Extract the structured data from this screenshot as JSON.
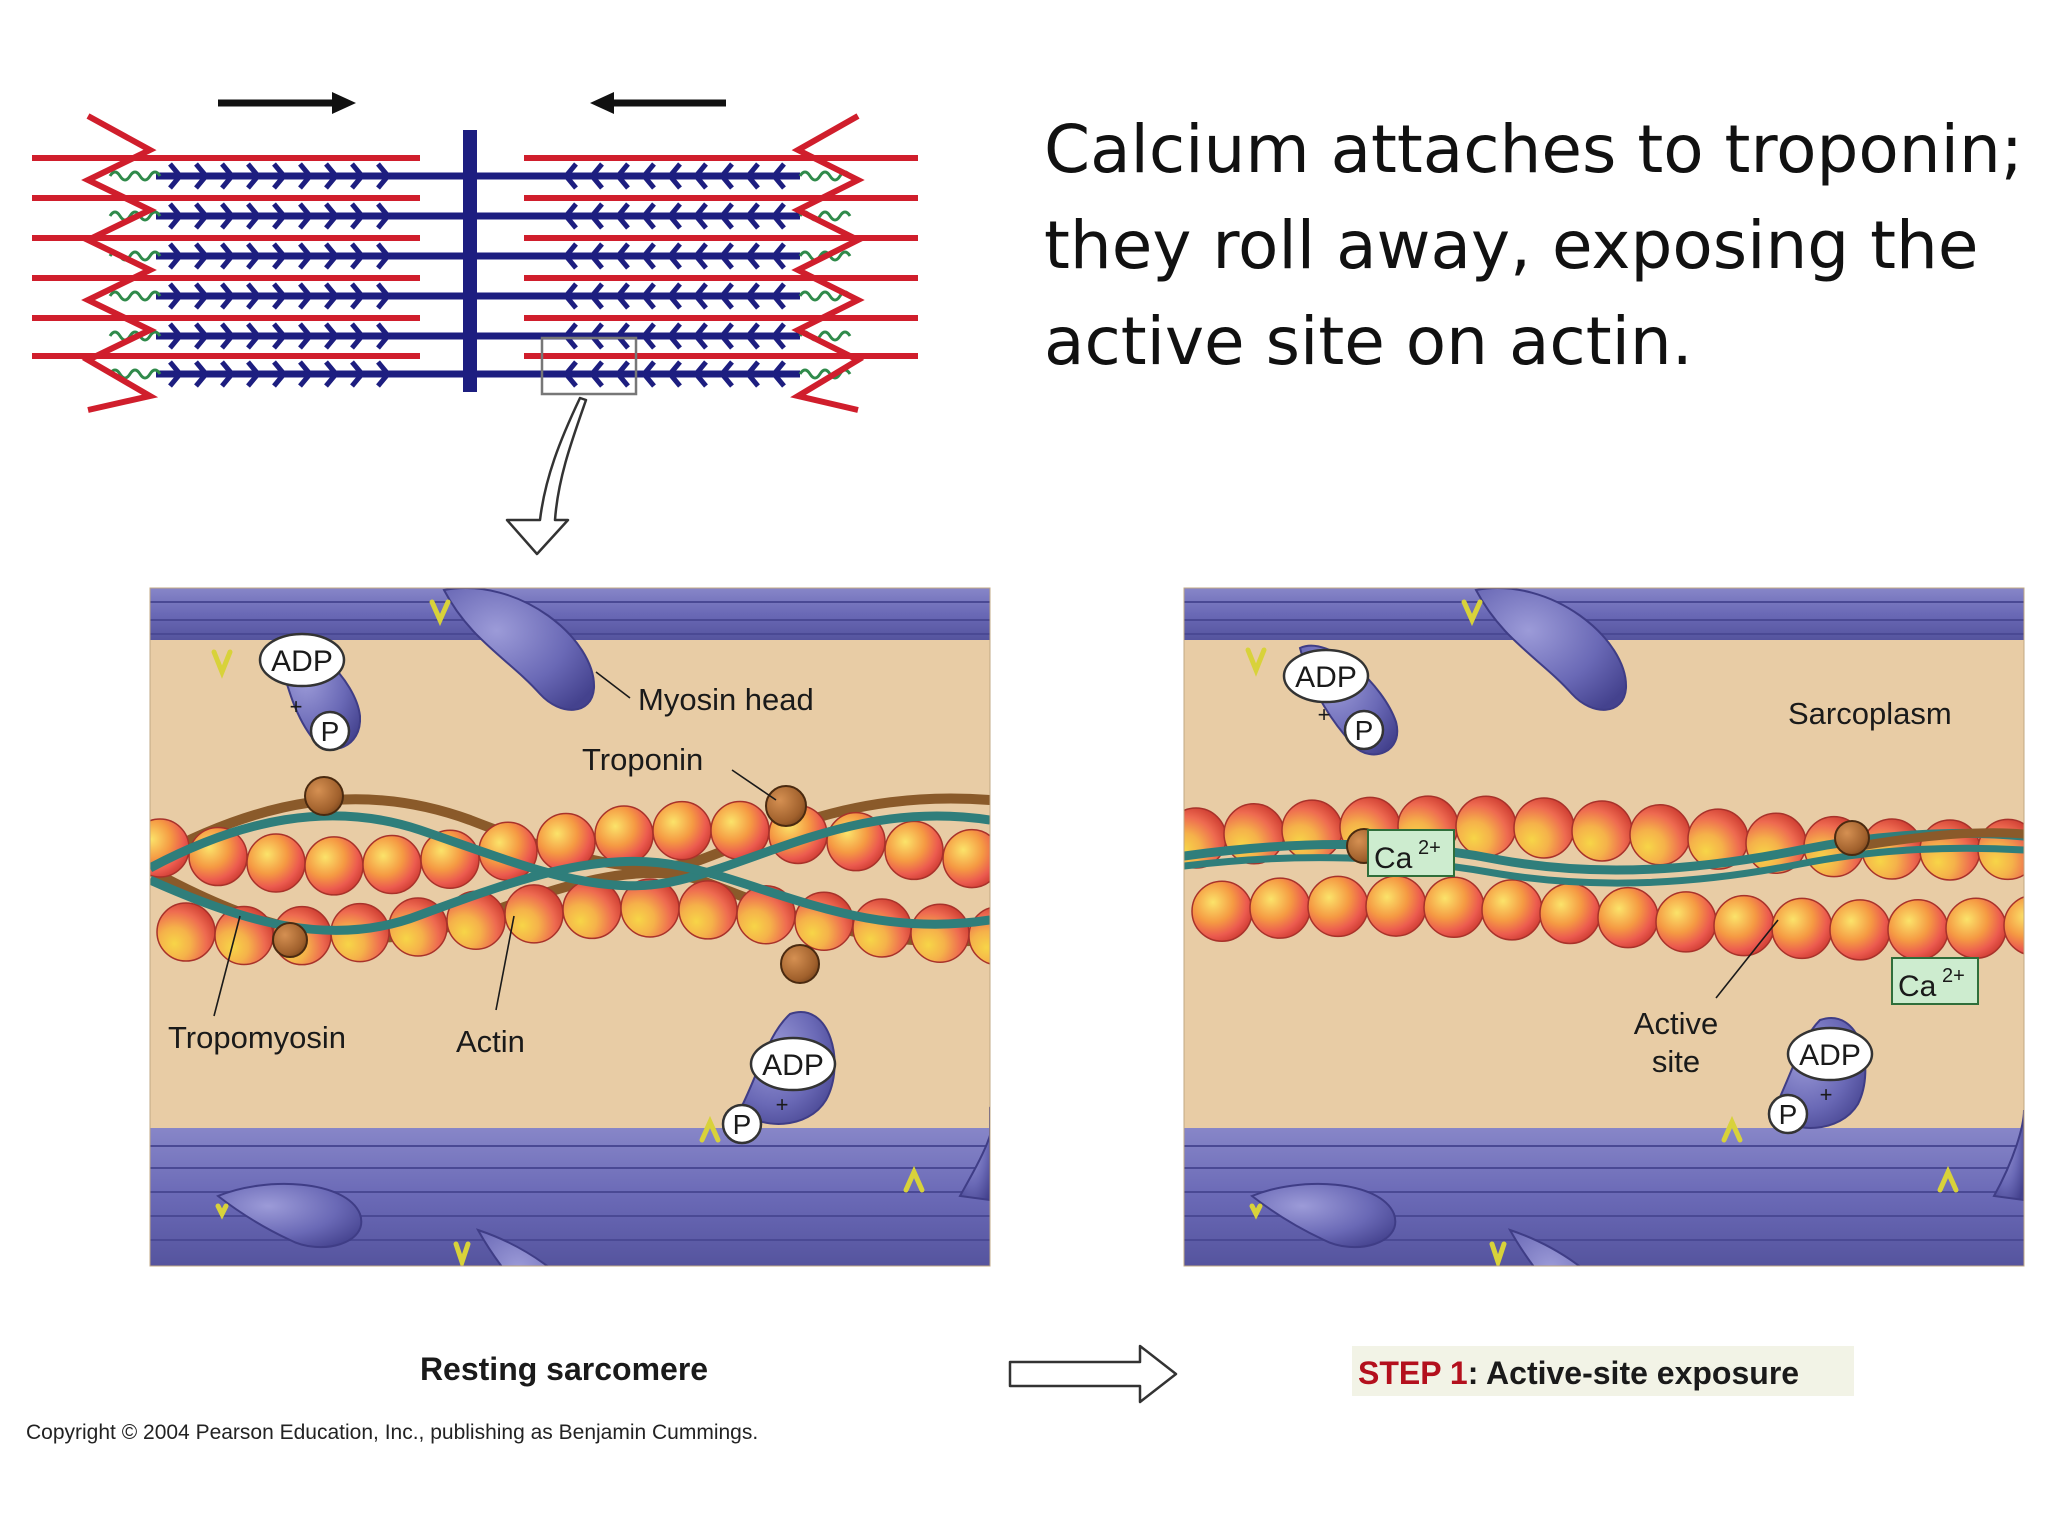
{
  "heading": {
    "line1": "Calcium attaches to troponin;",
    "line2": "they roll away, exposing the",
    "line3": "active site on actin."
  },
  "left_panel": {
    "labels": {
      "myosin_head": "Myosin head",
      "troponin": "Troponin",
      "tropomyosin": "Tropomyosin",
      "actin": "Actin"
    },
    "caption": "Resting sarcomere"
  },
  "right_panel": {
    "labels": {
      "sarcoplasm": "Sarcoplasm",
      "active_site_line1": "Active",
      "active_site_line2": "site"
    },
    "caption_step": "STEP 1",
    "caption_rest": ": Active-site exposure"
  },
  "badges": {
    "adp": "ADP",
    "p": "P",
    "plus": "+",
    "ca": "Ca",
    "ca_charge": "2+"
  },
  "copyright": "Copyright © 2004 Pearson Education, Inc., publishing as Benjamin Cummings.",
  "colors": {
    "myosin": "#6a69b6",
    "myosin_dark": "#3f3d86",
    "sarcoplasm": "#e8cca5",
    "actin": "#ec5b4f",
    "actin_highlight": "#f7d548",
    "tropomyosin": "#2f7e7b",
    "troponin": "#a0602c",
    "calcium_badge": "#cdeccf",
    "sarcomere_red": "#d01e2c",
    "sarcomere_blue": "#1d1e80",
    "step_red": "#b3101d"
  }
}
